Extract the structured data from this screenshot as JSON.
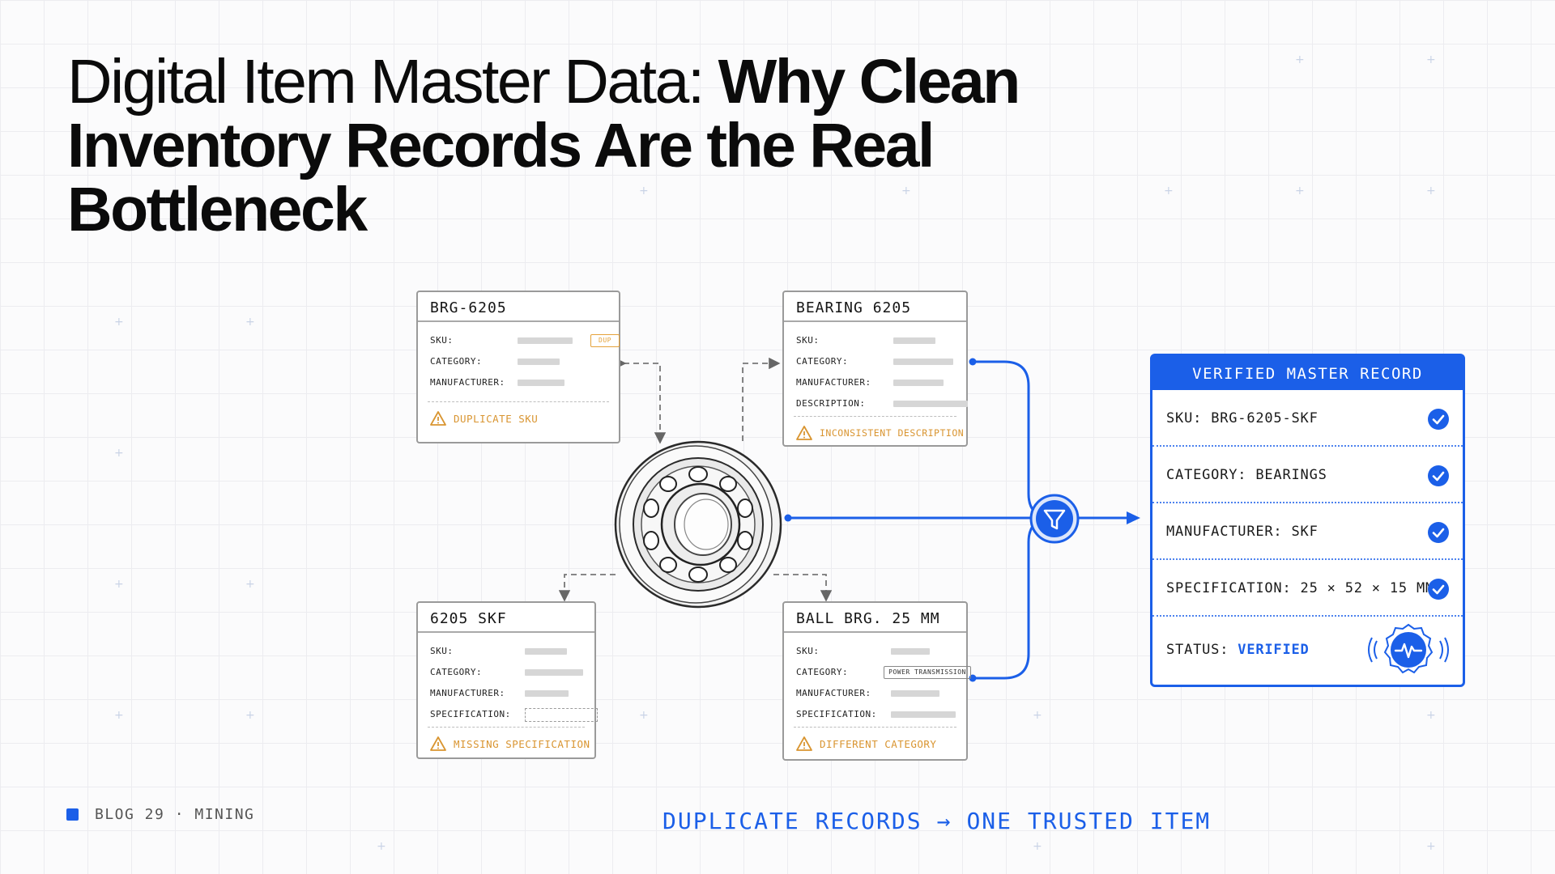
{
  "title": {
    "light": "Digital Item Master Data: ",
    "bold": "Why Clean Inventory Records Are the Real Bottleneck"
  },
  "cards": [
    {
      "header": "BRG-6205",
      "rows": [
        {
          "label": "SKU:",
          "tag": "DUP"
        },
        {
          "label": "CATEGORY:"
        },
        {
          "label": "MANUFACTURER:"
        }
      ],
      "warning": "DUPLICATE SKU"
    },
    {
      "header": "BEARING 6205",
      "rows": [
        {
          "label": "SKU:"
        },
        {
          "label": "CATEGORY:"
        },
        {
          "label": "MANUFACTURER:"
        },
        {
          "label": "DESCRIPTION:"
        }
      ],
      "warning": "INCONSISTENT DESCRIPTION"
    },
    {
      "header": "6205 SKF",
      "rows": [
        {
          "label": "SKU:"
        },
        {
          "label": "CATEGORY:"
        },
        {
          "label": "MANUFACTURER:"
        },
        {
          "label": "SPECIFICATION:"
        }
      ],
      "warning": "MISSING SPECIFICATION"
    },
    {
      "header": "BALL BRG. 25 MM",
      "rows": [
        {
          "label": "SKU:"
        },
        {
          "label": "CATEGORY:",
          "tag": "POWER TRANSMISSION"
        },
        {
          "label": "MANUFACTURER:"
        },
        {
          "label": "SPECIFICATION:"
        }
      ],
      "warning": "DIFFERENT CATEGORY"
    }
  ],
  "master": {
    "header": "VERIFIED MASTER RECORD",
    "rows": [
      {
        "label": "SKU:",
        "value": "BRG-6205-SKF"
      },
      {
        "label": "CATEGORY:",
        "value": "BEARINGS"
      },
      {
        "label": "MANUFACTURER:",
        "value": "SKF"
      },
      {
        "label": "SPECIFICATION:",
        "value": "25 × 52 × 15 MM"
      }
    ],
    "status_label": "STATUS:",
    "status_value": "VERIFIED"
  },
  "footer": {
    "tag": "BLOG 29 · MINING",
    "tagline_left": "DUPLICATE RECORDS",
    "tagline_arrow": "→",
    "tagline_right": "ONE TRUSTED ITEM"
  },
  "colors": {
    "accent": "#1b5fe8",
    "warning": "#d99531",
    "card_border": "#9a9a9a"
  },
  "icons": [
    "warning-triangle-icon",
    "filter-icon",
    "check-circle-icon",
    "pulse-badge-icon",
    "bearing-illustration"
  ]
}
